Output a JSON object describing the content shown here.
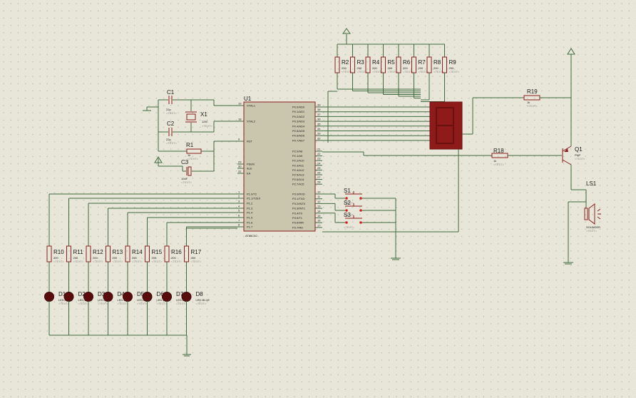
{
  "text_placeholder": "<TEXT>",
  "mcu": {
    "ref": "U1",
    "value": "AT89C52",
    "left_pins": [
      {
        "name": "XTAL1",
        "num": "19"
      },
      {
        "name": "XTAL2",
        "num": "18"
      },
      {
        "name": "RST",
        "num": "9"
      },
      {
        "name": "PSEN",
        "num": "29"
      },
      {
        "name": "ALE",
        "num": "30"
      },
      {
        "name": "EA",
        "num": "31"
      },
      {
        "name": "P1.0/T2",
        "num": "1"
      },
      {
        "name": "P1.1/T2EX",
        "num": "2"
      },
      {
        "name": "P1.2",
        "num": "3"
      },
      {
        "name": "P1.3",
        "num": "4"
      },
      {
        "name": "P1.4",
        "num": "5"
      },
      {
        "name": "P1.5",
        "num": "6"
      },
      {
        "name": "P1.6",
        "num": "7"
      },
      {
        "name": "P1.7",
        "num": "8"
      }
    ],
    "right_pins": [
      {
        "name": "P0.0/AD0",
        "num": "39"
      },
      {
        "name": "P0.1/AD1",
        "num": "38"
      },
      {
        "name": "P0.2/AD2",
        "num": "37"
      },
      {
        "name": "P0.3/AD3",
        "num": "36"
      },
      {
        "name": "P0.4/AD4",
        "num": "35"
      },
      {
        "name": "P0.5/AD5",
        "num": "34"
      },
      {
        "name": "P0.6/AD6",
        "num": "33"
      },
      {
        "name": "P0.7/AD7",
        "num": "32"
      },
      {
        "name": "P2.0/A8",
        "num": "21"
      },
      {
        "name": "P2.1/A9",
        "num": "22"
      },
      {
        "name": "P2.2/A10",
        "num": "23"
      },
      {
        "name": "P2.3/A11",
        "num": "24"
      },
      {
        "name": "P2.4/A12",
        "num": "25"
      },
      {
        "name": "P2.5/A13",
        "num": "26"
      },
      {
        "name": "P2.6/A14",
        "num": "27"
      },
      {
        "name": "P2.7/A15",
        "num": "28"
      },
      {
        "name": "P3.0/RXD",
        "num": "10"
      },
      {
        "name": "P3.1/TXD",
        "num": "11"
      },
      {
        "name": "P3.2/INT0",
        "num": "12"
      },
      {
        "name": "P3.3/INT1",
        "num": "13"
      },
      {
        "name": "P3.4/T0",
        "num": "14"
      },
      {
        "name": "P3.5/T1",
        "num": "15"
      },
      {
        "name": "P3.6/WR",
        "num": "16"
      },
      {
        "name": "P3.7/RD",
        "num": "17"
      }
    ]
  },
  "pullups": [
    {
      "ref": "R2",
      "value": "200"
    },
    {
      "ref": "R3",
      "value": "200"
    },
    {
      "ref": "R4",
      "value": "200"
    },
    {
      "ref": "R5",
      "value": "200"
    },
    {
      "ref": "R6",
      "value": "200"
    },
    {
      "ref": "R7",
      "value": "200"
    },
    {
      "ref": "R8",
      "value": "200"
    },
    {
      "ref": "R9",
      "value": "200"
    }
  ],
  "led_resistors": [
    {
      "ref": "R10",
      "value": "200"
    },
    {
      "ref": "R11",
      "value": "200"
    },
    {
      "ref": "R12",
      "value": "200"
    },
    {
      "ref": "R13",
      "value": "200"
    },
    {
      "ref": "R14",
      "value": "200"
    },
    {
      "ref": "R15",
      "value": "200"
    },
    {
      "ref": "R16",
      "value": "200"
    },
    {
      "ref": "R17",
      "value": "200"
    }
  ],
  "leds": [
    {
      "ref": "D1",
      "value": "LED-BLUE"
    },
    {
      "ref": "D2",
      "value": "LED-BLUE"
    },
    {
      "ref": "D3",
      "value": "LED-BLUE"
    },
    {
      "ref": "D4",
      "value": "LED-BLUE"
    },
    {
      "ref": "D5",
      "value": "LED-BLUE"
    },
    {
      "ref": "D6",
      "value": "LED-BLUE"
    },
    {
      "ref": "D7",
      "value": "LED-BLUE"
    },
    {
      "ref": "D8",
      "value": "LED-BLUE"
    }
  ],
  "osc": {
    "c1": {
      "ref": "C1",
      "value": "22p"
    },
    "c2": {
      "ref": "C2",
      "value": "22p"
    },
    "x1": {
      "ref": "X1",
      "value": "12M"
    }
  },
  "reset": {
    "r1": {
      "ref": "R1",
      "value": "1k"
    },
    "c3": {
      "ref": "C3",
      "value": "10uF"
    }
  },
  "switches": [
    {
      "ref": "S1"
    },
    {
      "ref": "S2"
    },
    {
      "ref": "S3"
    }
  ],
  "driver": {
    "r18": {
      "ref": "R18",
      "value": "1k"
    },
    "r19": {
      "ref": "R19",
      "value": "1k"
    },
    "q1": {
      "ref": "Q1",
      "value": "PNP"
    },
    "ls1": {
      "ref": "LS1",
      "value": "SOUNDER"
    }
  },
  "colors": {
    "background": "#e8e6d8",
    "wire": "#3f6a3f",
    "part": "#8a1e1e",
    "chip_fill": "#c9c6ad",
    "display_fill": "#8e1a1a",
    "led_fill": "#5a0c0c"
  }
}
